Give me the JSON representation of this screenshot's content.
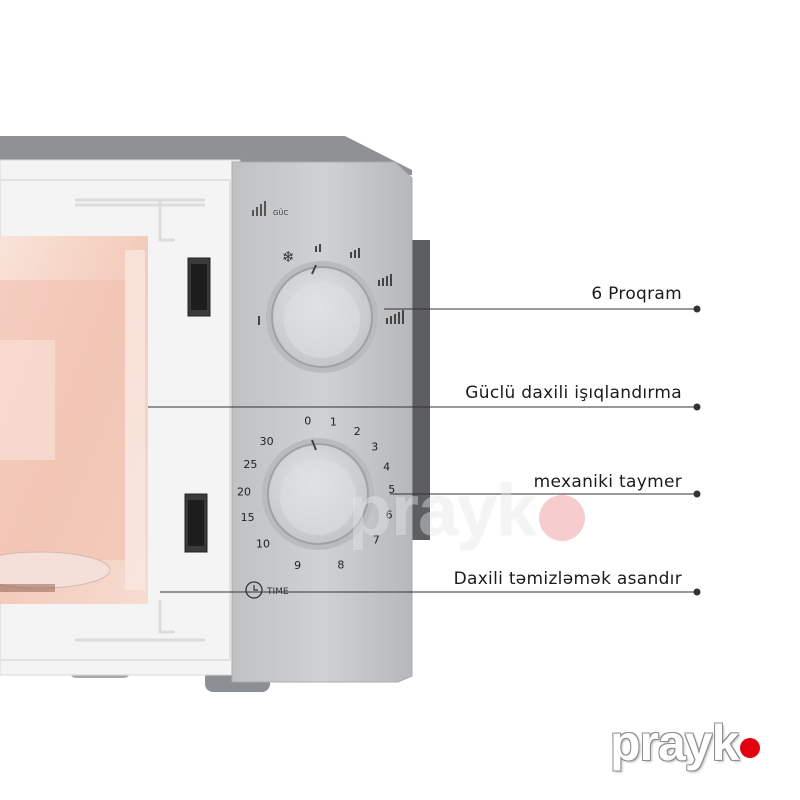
{
  "callouts": [
    {
      "label": "6 Proqram"
    },
    {
      "label": "Güclü daxili işıqlandırma"
    },
    {
      "label": "mexaniki taymer"
    },
    {
      "label": "Daxili təmizləmək asandır"
    }
  ],
  "panel": {
    "power_label": "GÜC",
    "time_label": "TIME",
    "power_icon": "snowflake-icon",
    "timer_numbers": [
      "0",
      "1",
      "2",
      "3",
      "4",
      "5",
      "6",
      "7",
      "8",
      "9",
      "10",
      "15",
      "20",
      "25",
      "30"
    ]
  },
  "brand": {
    "name": "prayk",
    "dot_color": "#e3000f",
    "watermark_dot_color": "#f2a4a8"
  },
  "colors": {
    "body": "#9a9c9f",
    "panel": "#c8cacc",
    "door": "#f2f2f2",
    "interior_glow": "#f6d3c6"
  }
}
